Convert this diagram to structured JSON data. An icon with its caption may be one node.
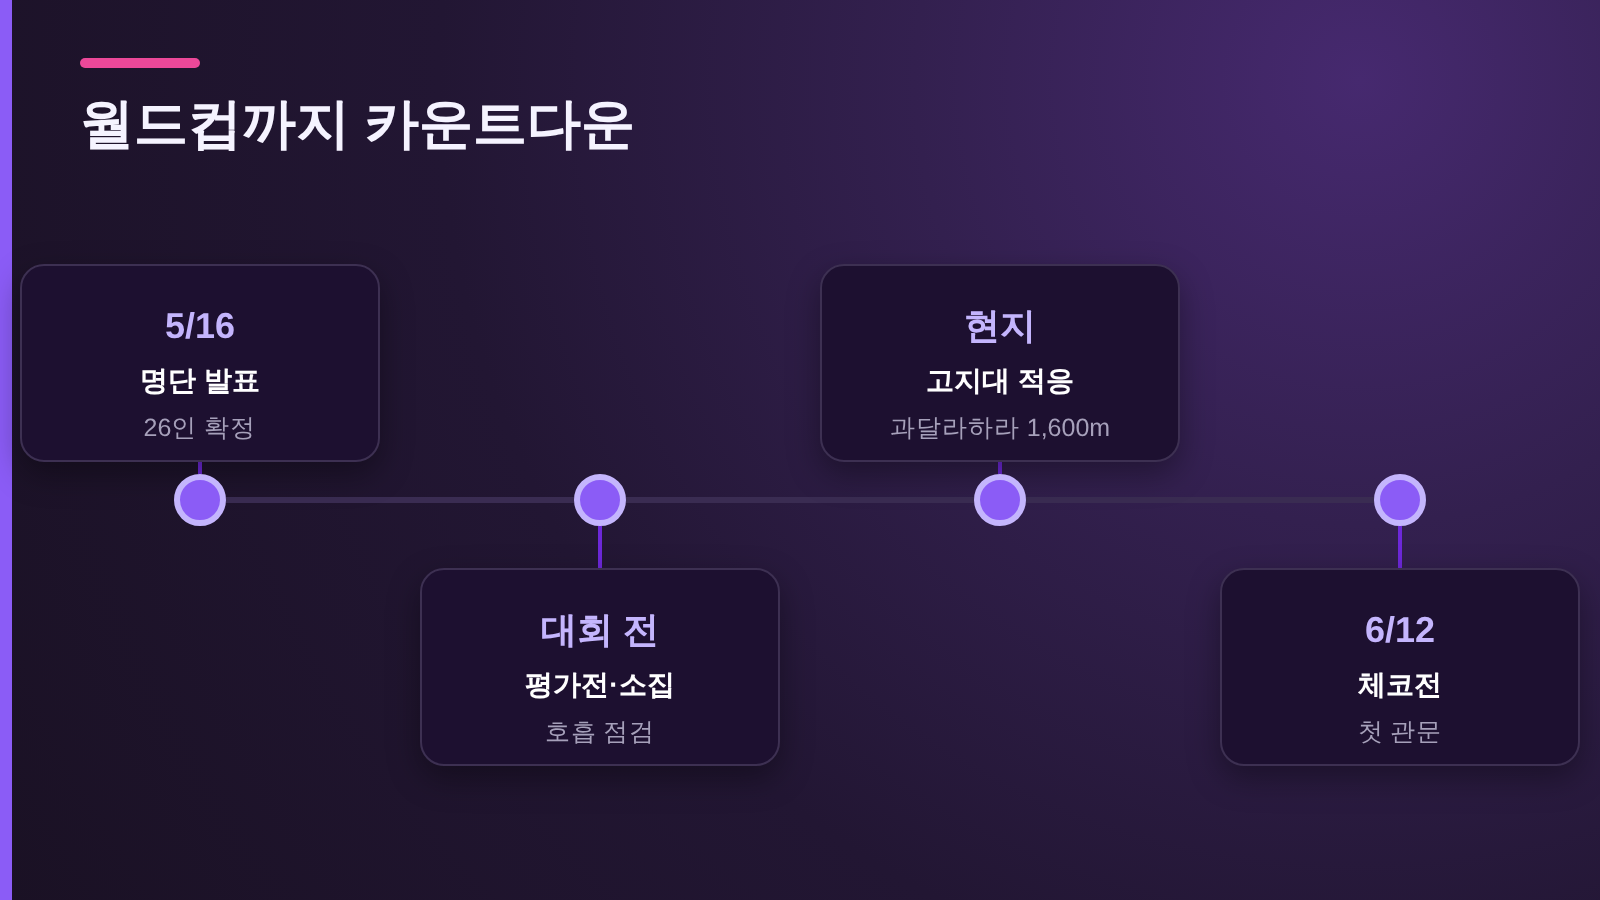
{
  "diagram": {
    "title": "월드컵까지 카운트다운",
    "nodes": [
      {
        "text": [
          "5/16",
          "명단 발표",
          "26인 확정"
        ]
      },
      {
        "text": [
          "대회 전",
          "평가전·소집",
          "호흡 점검"
        ]
      },
      {
        "text": [
          "현지",
          "고지대 적응",
          "과달라하라 1,600m"
        ]
      },
      {
        "text": [
          "6/12",
          "체코전",
          "첫 관문"
        ]
      },
      {
        "text": [],
        "shape": "circle"
      },
      {
        "text": [],
        "shape": "circle"
      },
      {
        "text": [],
        "shape": "circle"
      },
      {
        "text": [],
        "shape": "circle"
      }
    ],
    "edges": [
      {
        "from": 0,
        "to": 4,
        "arrow": "none"
      },
      {
        "from": 1,
        "to": 5,
        "arrow": "none"
      },
      {
        "from": 2,
        "to": 6,
        "arrow": "none"
      },
      {
        "from": 3,
        "to": 7,
        "arrow": "none"
      },
      {
        "from": 4,
        "to": 5,
        "arrow": "none",
        "color": "#3a2c52"
      },
      {
        "from": 5,
        "to": 6,
        "arrow": "none",
        "color": "#3a2c52"
      },
      {
        "from": 6,
        "to": 7,
        "arrow": "none",
        "color": "#3a2c52"
      }
    ]
  }
}
